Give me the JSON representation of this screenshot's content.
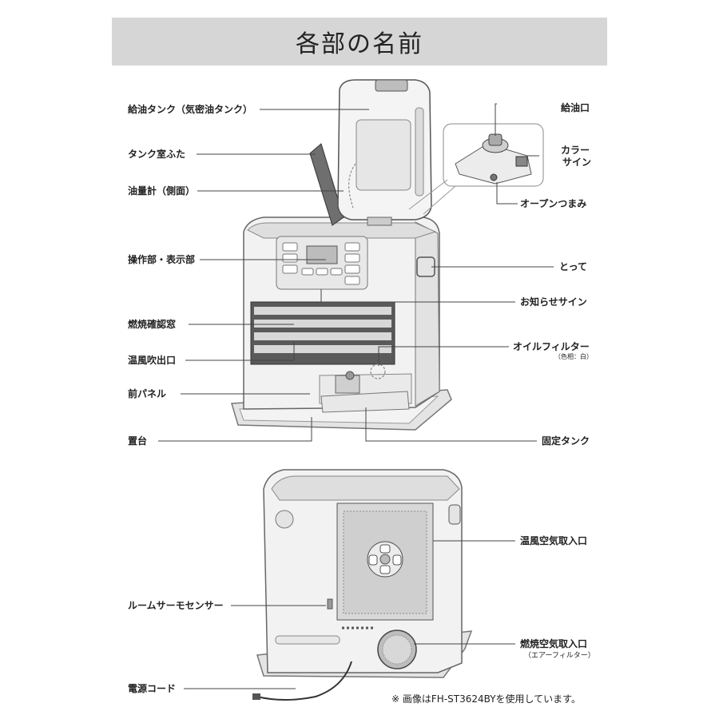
{
  "title": "各部の名前",
  "front_labels": {
    "tank": "給油タンク（気密油タンク）",
    "tank_cover": "タンク室ふた",
    "fuel_gauge": "油量計（側面）",
    "controls": "操作部・表示部",
    "combustion_window": "燃焼確認窓",
    "warm_air_outlet": "温風吹出口",
    "front_panel": "前パネル",
    "base": "置台",
    "fill_port": "給油口",
    "color_sign": [
      "カラー",
      "サイン"
    ],
    "open_knob": "オープンつまみ",
    "handle": "とって",
    "notice_sign": "お知らせサイン",
    "oil_filter": "オイルフィルター",
    "oil_filter_note": "（色相：白）",
    "fixed_tank": "固定タンク"
  },
  "back_labels": {
    "warm_air_intake": "温風空気取入口",
    "room_sensor": "ルームサーモセンサー",
    "combustion_air_intake": "燃焼空気取入口",
    "air_filter_note": "（エアーフィルター）",
    "power_cord": "電源コード"
  },
  "footnote": "※ 画像はFH-ST3624BYを使用しています。"
}
